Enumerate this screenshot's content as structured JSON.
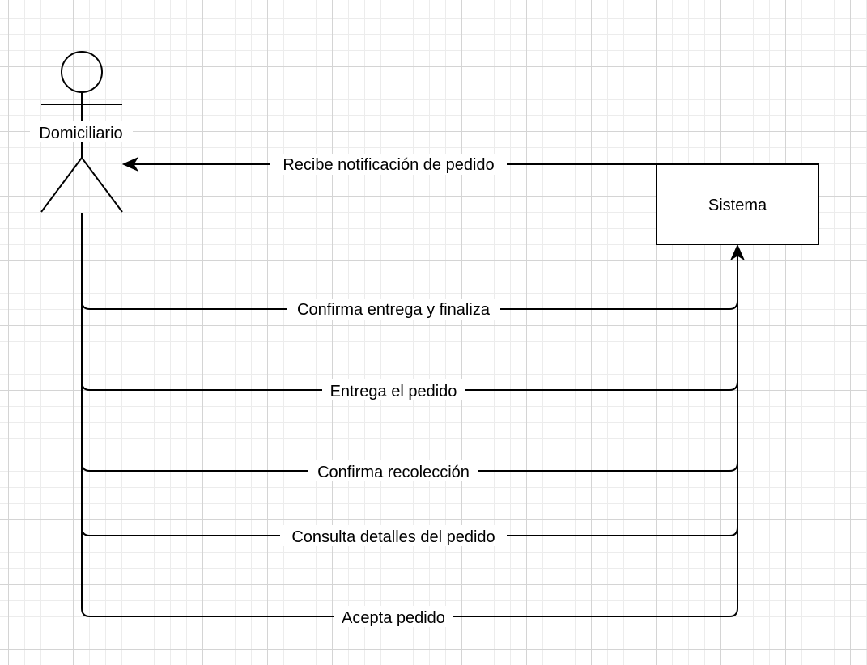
{
  "diagram": {
    "actor": {
      "label": "Domiciliario"
    },
    "system": {
      "label": "Sistema"
    },
    "messages": [
      {
        "id": "msg-recibe-notificacion",
        "label": "Recibe notificación de pedido",
        "direction": "system-to-actor"
      },
      {
        "id": "msg-confirma-entrega",
        "label": "Confirma entrega y finaliza",
        "direction": "actor-to-system"
      },
      {
        "id": "msg-entrega-pedido",
        "label": "Entrega el pedido",
        "direction": "actor-to-system"
      },
      {
        "id": "msg-confirma-recoleccion",
        "label": "Confirma recolección",
        "direction": "actor-to-system"
      },
      {
        "id": "msg-consulta-detalles",
        "label": "Consulta detalles del pedido",
        "direction": "actor-to-system"
      },
      {
        "id": "msg-acepta-pedido",
        "label": "Acepta pedido",
        "direction": "actor-to-system"
      }
    ],
    "colors": {
      "stroke": "#000000",
      "background": "#ffffff",
      "grid": "#d4d4d4"
    }
  }
}
